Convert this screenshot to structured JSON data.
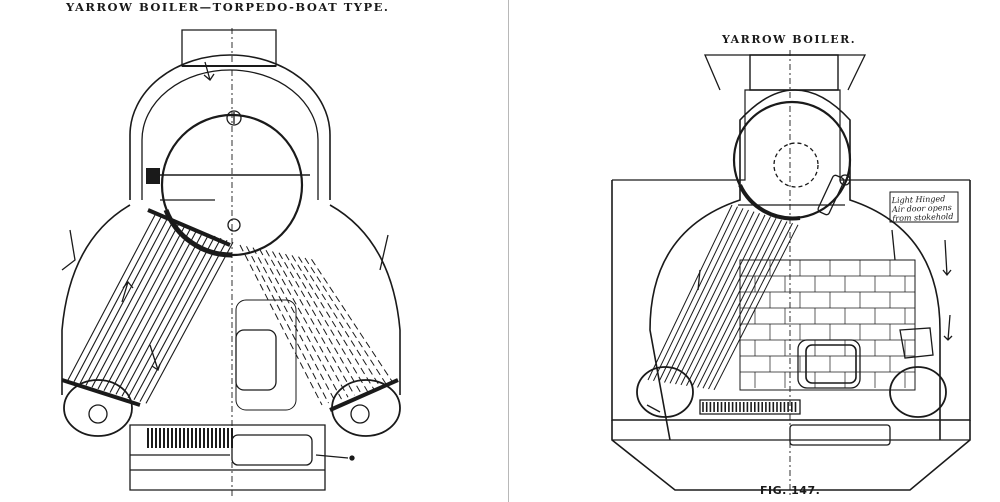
{
  "left_plate": {
    "title": "YARROW BOILER—TORPEDO-BOAT TYPE."
  },
  "right_plate": {
    "title": "YARROW BOILER.",
    "note": "Light Hinged Air door opens from stokehold",
    "figure_label": "FIG. 147."
  },
  "colors": {
    "ink": "#1a1a1a",
    "paper": "#ffffff",
    "divider": "#b8b8b8"
  }
}
